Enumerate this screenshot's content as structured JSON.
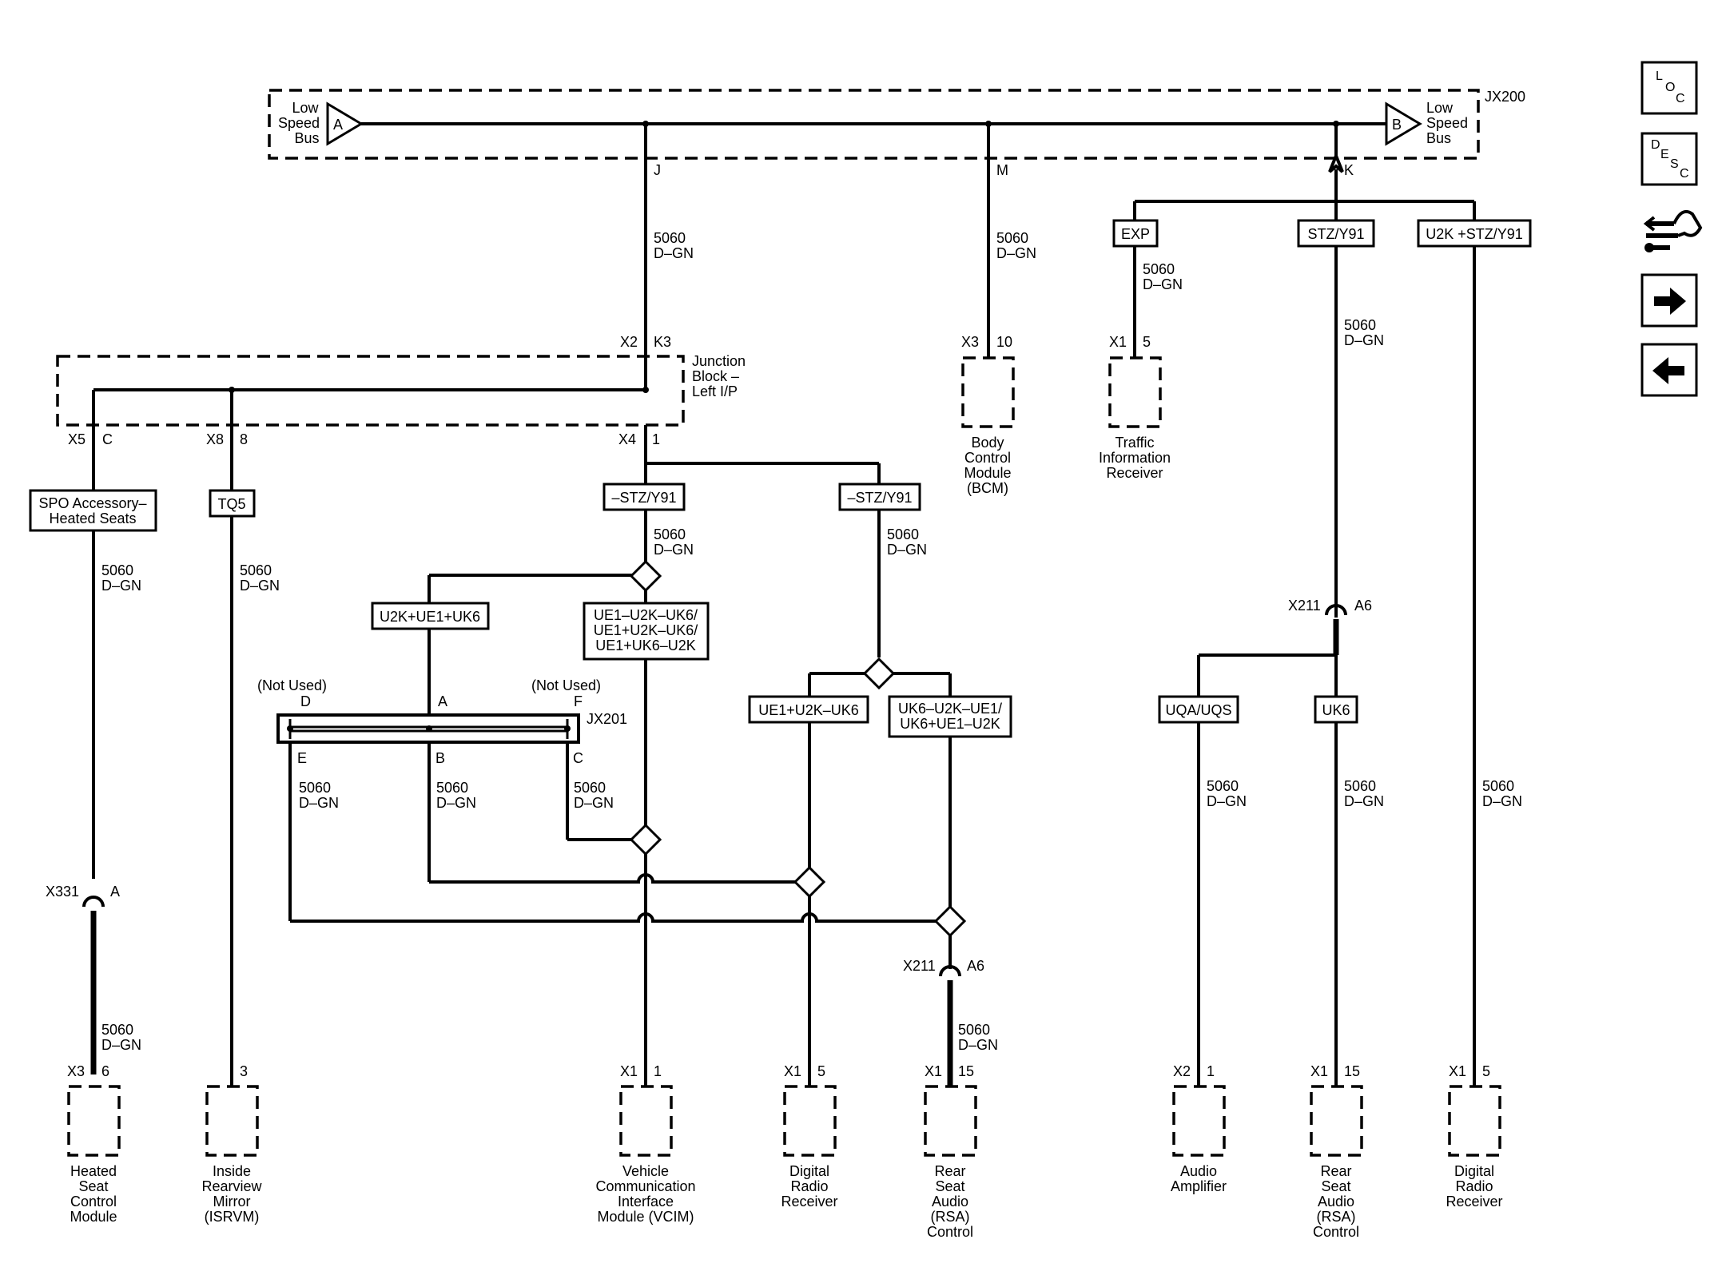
{
  "bus": {
    "id": "JX200",
    "left_label": [
      "Low",
      "Speed",
      "Bus"
    ],
    "right_label": [
      "Low",
      "Speed",
      "Bus"
    ],
    "left_pin": "A",
    "right_pin": "B",
    "pin_j": "J",
    "pin_m": "M",
    "pin_k": "K"
  },
  "wire": {
    "circuit": "5060",
    "color": "D–GN"
  },
  "junction_block": {
    "label": [
      "Junction",
      "Block –",
      "Left I/P"
    ],
    "top_conn": "X2",
    "top_pin": "K3",
    "out1_conn": "X5",
    "out1_pin": "C",
    "out2_conn": "X8",
    "out2_pin": "8",
    "out3_conn": "X4",
    "out3_pin": "1"
  },
  "options": {
    "exp": "EXP",
    "stz": "STZ/Y91",
    "u2k_stz": "U2K +STZ/Y91",
    "spo": [
      "SPO Accessory–",
      "Heated Seats"
    ],
    "tq5": "TQ5",
    "neg_stz_1": "–STZ/Y91",
    "neg_stz_2": "–STZ/Y91",
    "u2k_ue1_uk6": "U2K+UE1+UK6",
    "ue1_combo": [
      "UE1–U2K–UK6/",
      "UE1+U2K–UK6/",
      "UE1+UK6–U2K"
    ],
    "ue1_u2k_uk6": "UE1+U2K–UK6",
    "uk6_combo": [
      "UK6–U2K–UE1/",
      "UK6+UE1–U2K"
    ],
    "uqa": "UQA/UQS",
    "uk6": "UK6"
  },
  "jx201": {
    "id": "JX201",
    "not_used_1": "(Not Used)",
    "not_used_2": "(Not Used)",
    "pin_d": "D",
    "pin_a": "A",
    "pin_f": "F",
    "pin_e": "E",
    "pin_b": "B",
    "pin_c": "C"
  },
  "inline_connectors": {
    "x331": "X331",
    "x331_pin": "A",
    "x211_right": "X211",
    "x211_right_pin": "A6",
    "x211_mid": "X211",
    "x211_mid_pin": "A6"
  },
  "modules_top": {
    "bcm": {
      "conn": "X3",
      "pin": "10",
      "name": [
        "Body",
        "Control",
        "Module",
        "(BCM)"
      ]
    },
    "traffic": {
      "conn": "X1",
      "pin": "5",
      "name": [
        "Traffic",
        "Information",
        "Receiver"
      ]
    }
  },
  "modules_bottom": {
    "heated_seat": {
      "conn": "X3",
      "pin": "6",
      "name": [
        "Heated",
        "Seat",
        "Control",
        "Module"
      ]
    },
    "mirror": {
      "conn": "",
      "pin": "3",
      "name": [
        "Inside",
        "Rearview",
        "Mirror",
        "(ISRVM)"
      ]
    },
    "vcim": {
      "conn": "X1",
      "pin": "1",
      "name": [
        "Vehicle",
        "Communication",
        "Interface",
        "Module (VCIM)"
      ]
    },
    "drr1": {
      "conn": "X1",
      "pin": "5",
      "name": [
        "Digital",
        "Radio",
        "Receiver"
      ]
    },
    "rsa": {
      "conn": "X1",
      "pin": "15",
      "name": [
        "Rear",
        "Seat",
        "Audio",
        "(RSA)",
        "Control"
      ]
    },
    "amp": {
      "conn": "X2",
      "pin": "1",
      "name": [
        "Audio",
        "Amplifier"
      ]
    },
    "rsa2": {
      "conn": "X1",
      "pin": "15",
      "name": [
        "Rear",
        "Seat",
        "Audio",
        "(RSA)",
        "Control"
      ]
    },
    "drr2": {
      "conn": "X1",
      "pin": "5",
      "name": [
        "Digital",
        "Radio",
        "Receiver"
      ]
    }
  },
  "nav": {
    "loc": [
      "L",
      "O",
      "C"
    ],
    "desc": [
      "D",
      "E",
      "S",
      "C"
    ],
    "icons": [
      "wiring-harness-icon",
      "arrow-right-icon",
      "arrow-left-icon"
    ]
  }
}
